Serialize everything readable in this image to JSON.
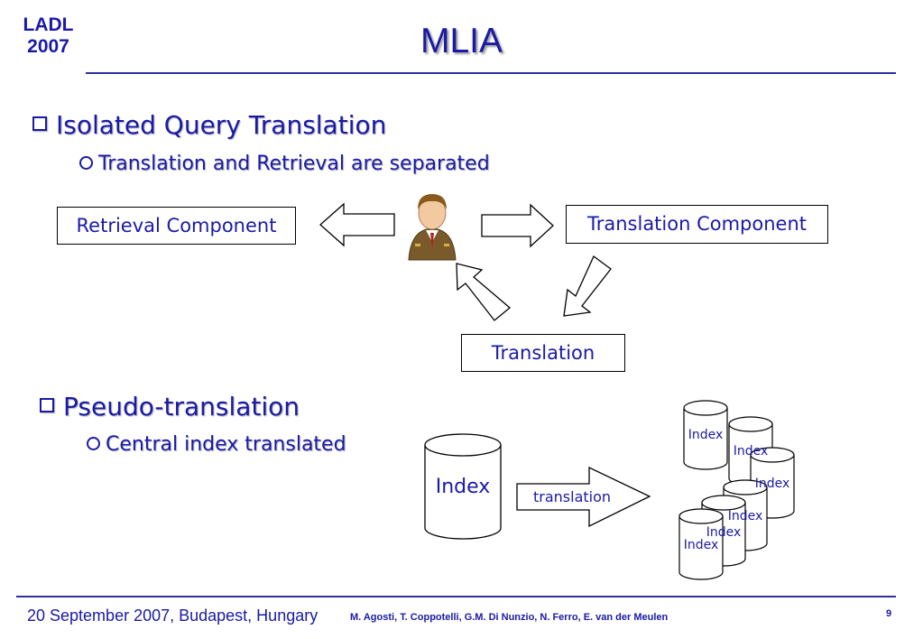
{
  "header": {
    "conference_line1": "LADL",
    "conference_line2": "2007",
    "title": "MLIA"
  },
  "section1": {
    "heading": "Isolated Query Translation",
    "sub": "Translation and Retrieval are separated",
    "diagram": {
      "retrieval_box": "Retrieval Component",
      "translation_box": "Translation Component",
      "result_box": "Translation",
      "user_icon": "user-icon"
    }
  },
  "section2": {
    "heading": "Pseudo-translation",
    "sub": "Central index translated",
    "diagram": {
      "central_index": "Index",
      "arrow_label": "translation",
      "copy_labels": [
        "Index",
        "Index",
        "Index",
        "Index",
        "Index",
        "Index"
      ]
    }
  },
  "footer": {
    "date_place": "20 September 2007, Budapest, Hungary",
    "authors": "M. Agosti, T. Coppotelli, G.M. Di Nunzio, N. Ferro, E. van der Meulen",
    "page": "9"
  },
  "colors": {
    "accent": "#1a1aa6",
    "rule": "#2f2fa0"
  }
}
